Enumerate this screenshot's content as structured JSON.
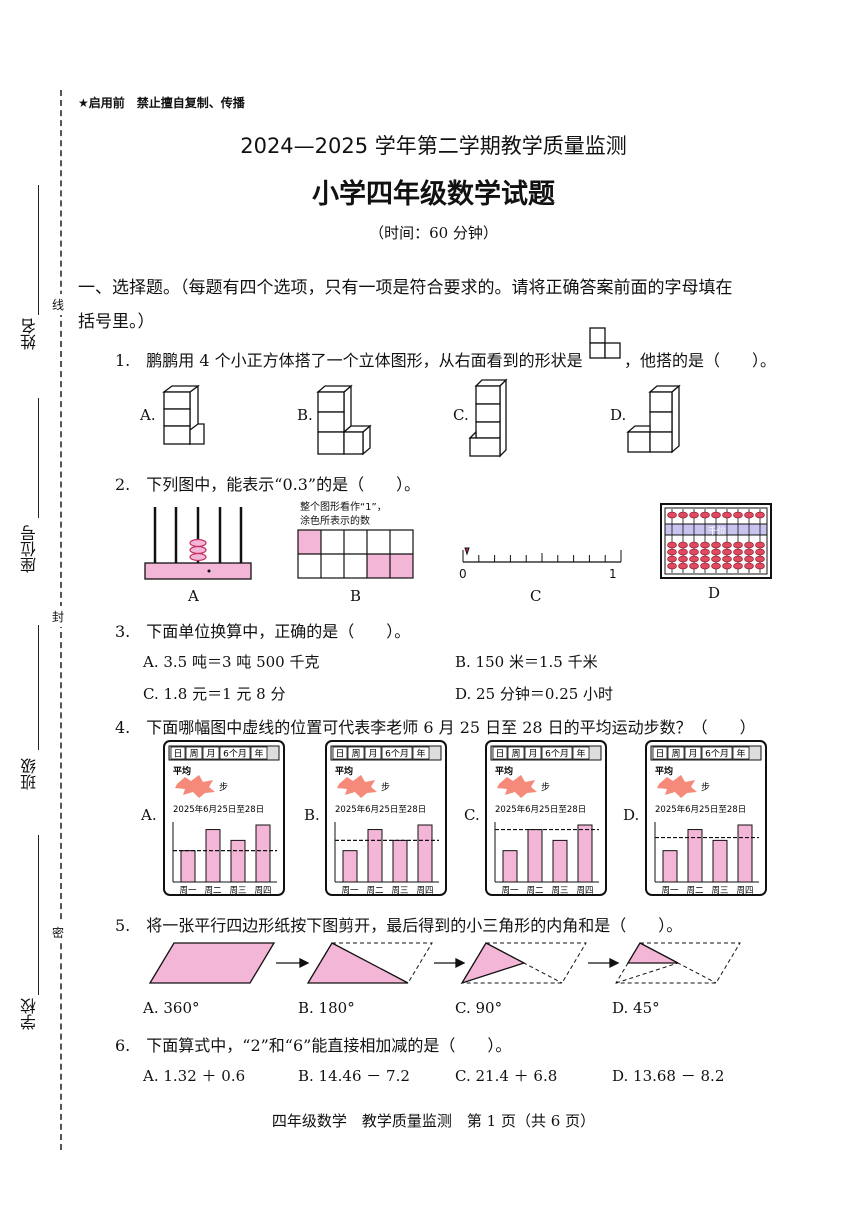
{
  "header": {
    "notice": "★启用前　禁止擅自复制、传播",
    "title": "2024—2025 学年第二学期教学质量监测",
    "subtitle": "小学四年级数学试题",
    "time": "（时间：60 分钟）"
  },
  "side": {
    "name": "姓名",
    "seat": "座位号",
    "class": "班级",
    "school": "学校",
    "seal_xian": "线",
    "seal_feng": "封",
    "seal_mi": "密"
  },
  "section1": {
    "heading_l1": "一、选择题。（每题有四个选项，只有一项是符合要求的。请将正确答案前面的字母填在",
    "heading_l2": "括号里。）"
  },
  "q1": {
    "text_a": "1.　鹏鹏用 4 个小正方体搭了一个立体图形，从右面看到的形状是",
    "text_b": "，他搭的是（　　）。",
    "labels": [
      "A.",
      "B.",
      "C.",
      "D."
    ]
  },
  "q2": {
    "text": "2.　下列图中，能表示“0.3”的是（　　）。",
    "note_l1": "整个图形看作“1”，",
    "note_l2": "涂色所表示的数",
    "labels": [
      "A",
      "B",
      "C",
      "D"
    ],
    "ruler_start": "0",
    "ruler_end": "1",
    "abacus_label": "千位"
  },
  "q3": {
    "text": "3.　下面单位换算中，正确的是（　　）。",
    "options": [
      "A. 3.5 吨＝3 吨 500 千克",
      "B. 150 米＝1.5 千米",
      "C. 1.8 元＝1 元 8 分",
      "D. 25 分钟＝0.25 小时"
    ]
  },
  "q4": {
    "text": "4.　下面哪幅图中虚线的位置可代表李老师 6 月 25 日至 28 日的平均运动步数？（　　）",
    "labels": [
      "A.",
      "B.",
      "C.",
      "D."
    ],
    "tabs": [
      "日",
      "周",
      "月",
      "6个月",
      "年"
    ],
    "avg": "平均",
    "steps_unit": "步",
    "date_range": "2025年6月25日至28日",
    "days": [
      "周一",
      "周二",
      "周三",
      "周四"
    ],
    "bars": [
      0.55,
      0.92,
      0.73,
      1.0
    ],
    "avg_lines": [
      0.55,
      0.73,
      0.92,
      0.78
    ]
  },
  "q5": {
    "text": "5.　将一张平行四边形纸按下图剪开，最后得到的小三角形的内角和是（　　）。",
    "options": [
      "A. 360°",
      "B. 180°",
      "C. 90°",
      "D. 45°"
    ]
  },
  "q6": {
    "text": "6.　下面算式中，“2”和“6”能直接相加减的是（　　）。",
    "options": [
      "A. 1.32 ＋ 0.6",
      "B. 14.46 － 7.2",
      "C. 21.4 ＋ 6.8",
      "D. 13.68 － 8.2"
    ]
  },
  "footer": {
    "text": "四年级数学　教学质量监测　第 1 页（共 6 页）"
  },
  "colors": {
    "pink": "#f4b6d6",
    "ink": "#111111"
  }
}
